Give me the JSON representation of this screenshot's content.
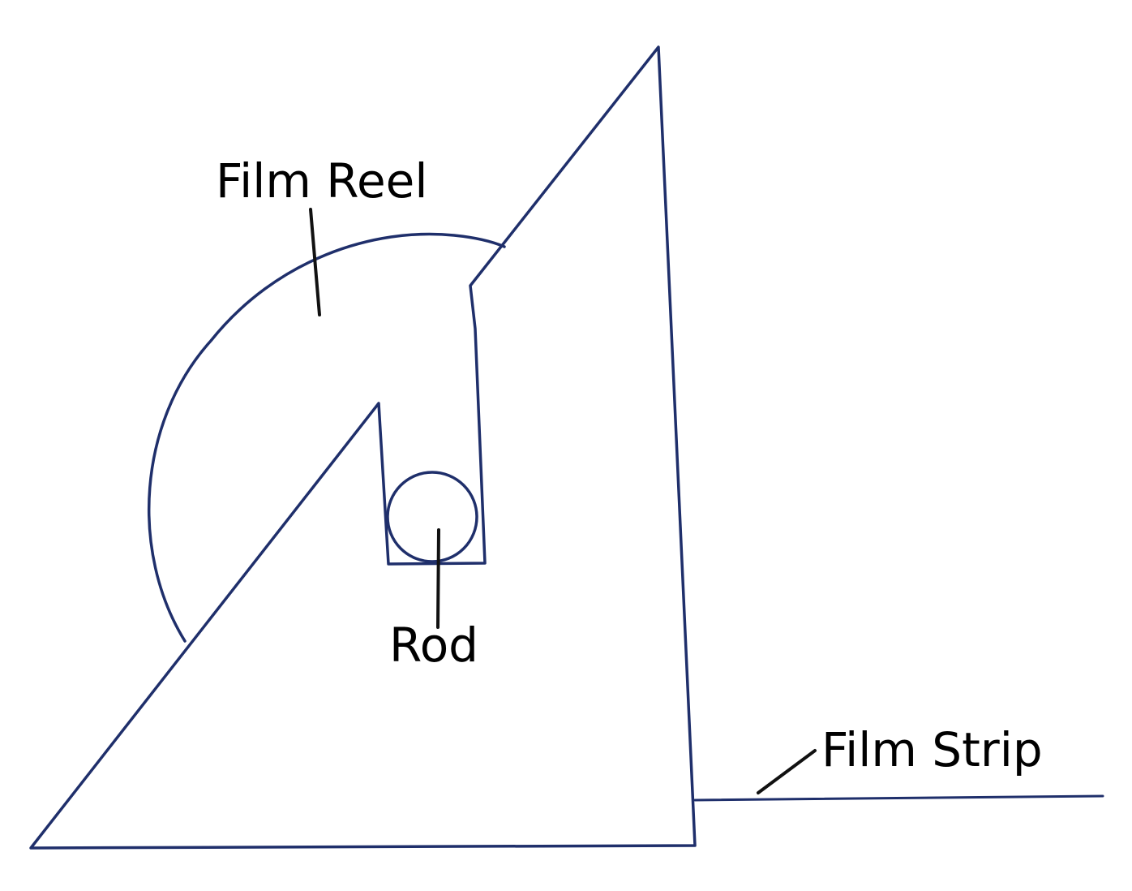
{
  "diagram": {
    "labels": {
      "film_reel": "Film Reel",
      "rod": "Rod",
      "film_strip": "Film Strip"
    },
    "colors": {
      "ink": "#1f2f6b",
      "leader": "#111111",
      "text": "#000000",
      "background": "#ffffff"
    }
  }
}
